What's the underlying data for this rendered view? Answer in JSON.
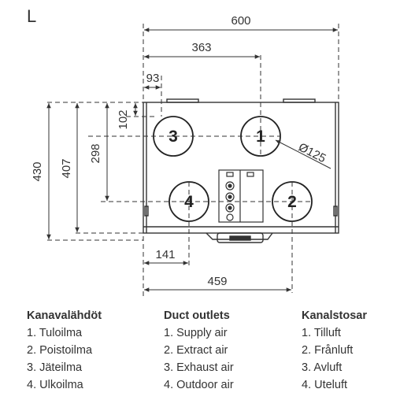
{
  "variant_label": "L",
  "dimensions": {
    "total_width": "600",
    "duct1_offset": "363",
    "duct3_offset": "93",
    "top_offset": "102",
    "mid_height": "298",
    "inner_height": "407",
    "total_height": "430",
    "duct4_offset": "141",
    "duct2_offset": "459",
    "diameter": "Ø125"
  },
  "ducts": [
    {
      "number": "1"
    },
    {
      "number": "2"
    },
    {
      "number": "3"
    },
    {
      "number": "4"
    }
  ],
  "legends": [
    {
      "heading": "Kanavalähdöt",
      "items": [
        "1. Tuloilma",
        "2. Poistoilma",
        "3. Jäteilma",
        "4. Ulkoilma"
      ]
    },
    {
      "heading": "Duct outlets",
      "items": [
        "1. Supply air",
        "2. Extract air",
        "3. Exhaust air",
        "4. Outdoor air"
      ]
    },
    {
      "heading": "Kanalstosar",
      "items": [
        "1. Tilluft",
        "2. Frånluft",
        "3. Avluft",
        "4. Uteluft"
      ]
    }
  ]
}
